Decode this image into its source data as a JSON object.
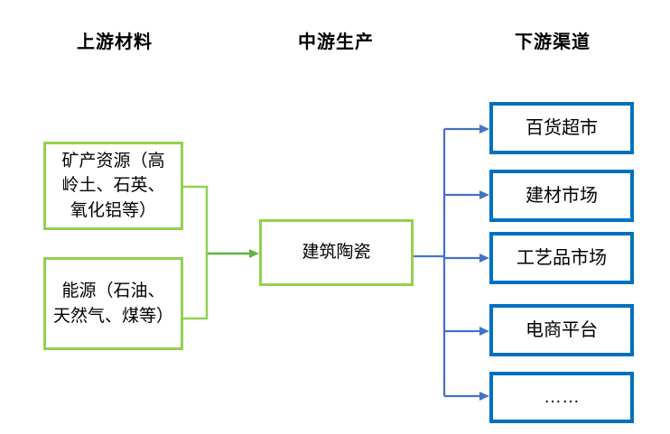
{
  "diagram": {
    "title_semantic": "建筑陶瓷产业链",
    "headers": {
      "upstream": "上游材料",
      "midstream": "中游生产",
      "downstream": "下游渠道"
    },
    "upstream_boxes": [
      {
        "label": "矿产资源（高\n岭土、石英、\n氧化铝等）"
      },
      {
        "label": "能源（石油、\n天然气、煤等）"
      }
    ],
    "midstream_box": {
      "label": "建筑陶瓷"
    },
    "downstream_boxes": [
      {
        "label": "百货超市"
      },
      {
        "label": "建材市场"
      },
      {
        "label": "工艺品市场"
      },
      {
        "label": "电商平台"
      },
      {
        "label": "……"
      }
    ],
    "colors": {
      "green_border": "#92D050",
      "green_arrow": "#5FB53E",
      "blue_border": "#0070C0",
      "blue_line": "#4472C4",
      "text": "#000000"
    }
  }
}
